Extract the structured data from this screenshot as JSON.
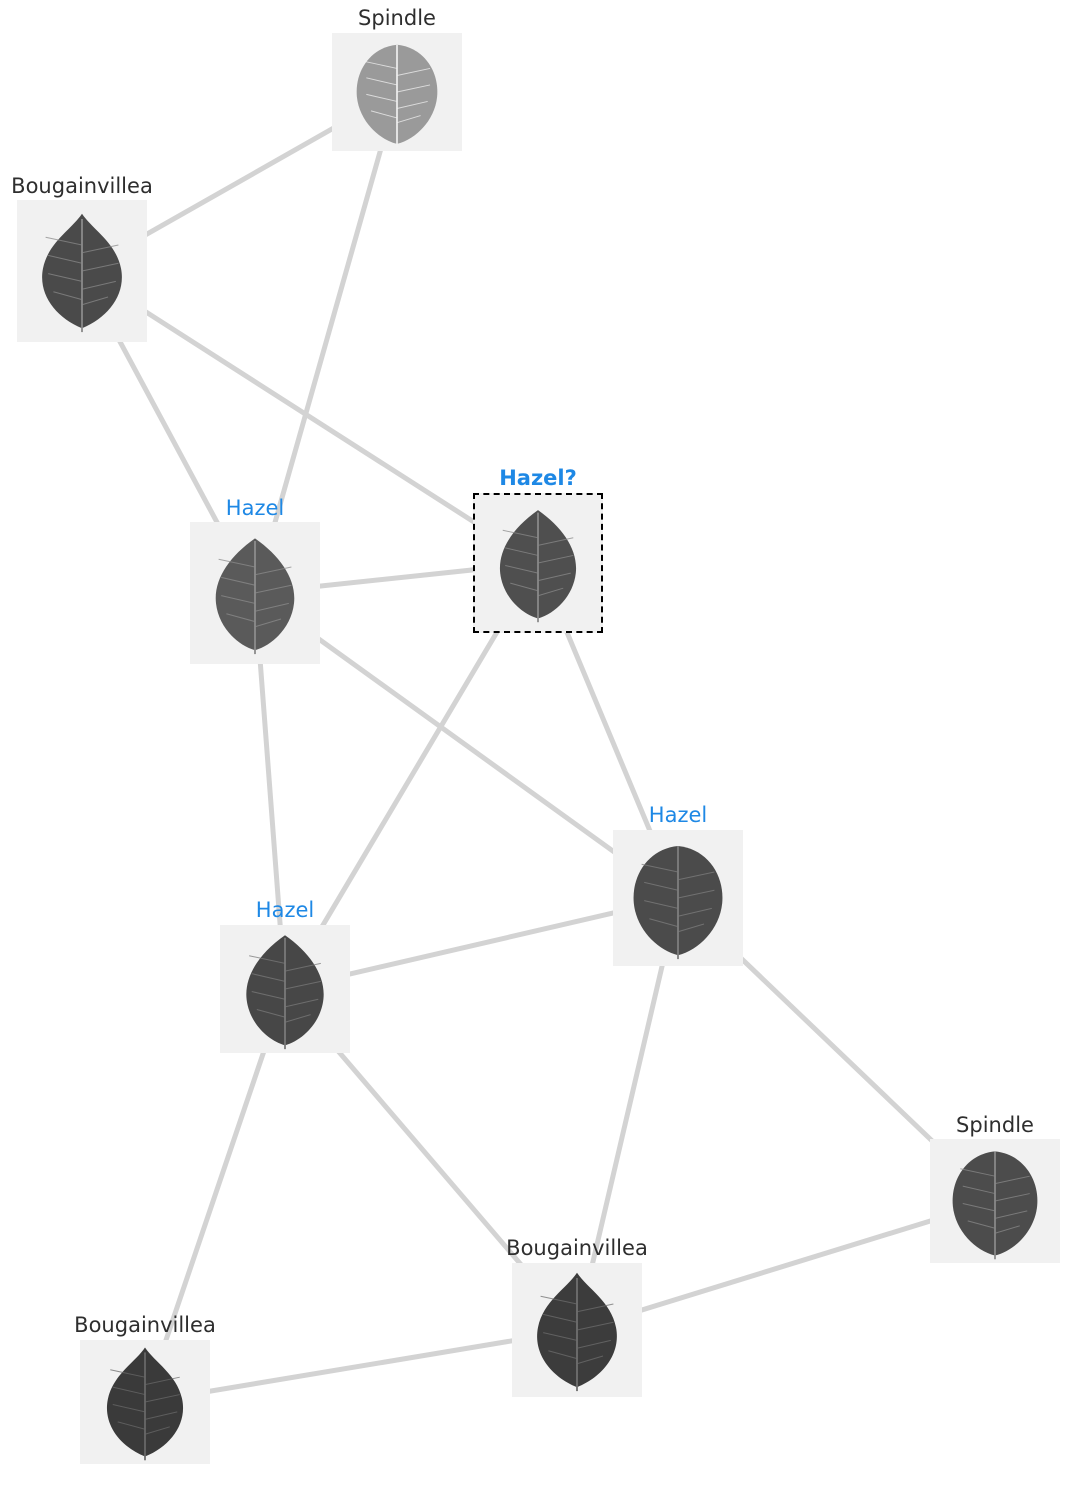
{
  "colors": {
    "background": "#ffffff",
    "edge": "#d3d3d3",
    "label_default": "#2e2e2e",
    "label_highlight": "#1e88e5",
    "tile_background": "#f1f1f1",
    "query_border": "#000000"
  },
  "nodes": [
    {
      "id": "spindle-top",
      "label": "Spindle",
      "highlight": false,
      "query": false,
      "leaf": {
        "shade": "#9a9a9a",
        "vein": "#f2f2f2",
        "shape": "round"
      }
    },
    {
      "id": "bougainvillea-top-left",
      "label": "Bougainvillea",
      "highlight": false,
      "query": false,
      "leaf": {
        "shade": "#4a4a4a",
        "vein": "#8a8a8a",
        "shape": "heart"
      }
    },
    {
      "id": "hazel-mid-left",
      "label": "Hazel",
      "highlight": true,
      "query": false,
      "leaf": {
        "shade": "#5a5a5a",
        "vein": "#8c8c8c",
        "shape": "oval"
      }
    },
    {
      "id": "query-hazel",
      "label": "Hazel?",
      "highlight": true,
      "query": true,
      "leaf": {
        "shade": "#4f4f4f",
        "vein": "#8a8a8a",
        "shape": "oval"
      }
    },
    {
      "id": "hazel-center-right",
      "label": "Hazel",
      "highlight": true,
      "query": false,
      "leaf": {
        "shade": "#4b4b4b",
        "vein": "#7e7e7e",
        "shape": "round"
      }
    },
    {
      "id": "hazel-lower-left",
      "label": "Hazel",
      "highlight": true,
      "query": false,
      "leaf": {
        "shade": "#474747",
        "vein": "#7a7a7a",
        "shape": "oval"
      }
    },
    {
      "id": "spindle-right",
      "label": "Spindle",
      "highlight": false,
      "query": false,
      "leaf": {
        "shade": "#4c4c4c",
        "vein": "#8a8a8a",
        "shape": "round"
      }
    },
    {
      "id": "bougainvillea-bottom-center",
      "label": "Bougainvillea",
      "highlight": false,
      "query": false,
      "leaf": {
        "shade": "#3c3c3c",
        "vein": "#6e6e6e",
        "shape": "heart"
      }
    },
    {
      "id": "bougainvillea-bottom-left",
      "label": "Bougainvillea",
      "highlight": false,
      "query": false,
      "leaf": {
        "shade": "#3a3a3a",
        "vein": "#6a6a6a",
        "shape": "heart"
      }
    }
  ],
  "edges": [
    [
      "spindle-top",
      "bougainvillea-top-left"
    ],
    [
      "spindle-top",
      "hazel-mid-left"
    ],
    [
      "bougainvillea-top-left",
      "hazel-mid-left"
    ],
    [
      "bougainvillea-top-left",
      "query-hazel"
    ],
    [
      "hazel-mid-left",
      "query-hazel"
    ],
    [
      "hazel-mid-left",
      "hazel-center-right"
    ],
    [
      "hazel-mid-left",
      "hazel-lower-left"
    ],
    [
      "query-hazel",
      "hazel-lower-left"
    ],
    [
      "query-hazel",
      "hazel-center-right"
    ],
    [
      "hazel-center-right",
      "hazel-lower-left"
    ],
    [
      "hazel-center-right",
      "bougainvillea-bottom-center"
    ],
    [
      "hazel-center-right",
      "spindle-right"
    ],
    [
      "hazel-lower-left",
      "bougainvillea-bottom-left"
    ],
    [
      "hazel-lower-left",
      "bougainvillea-bottom-center"
    ],
    [
      "bougainvillea-bottom-center",
      "bougainvillea-bottom-left"
    ],
    [
      "bougainvillea-bottom-center",
      "spindle-right"
    ]
  ]
}
